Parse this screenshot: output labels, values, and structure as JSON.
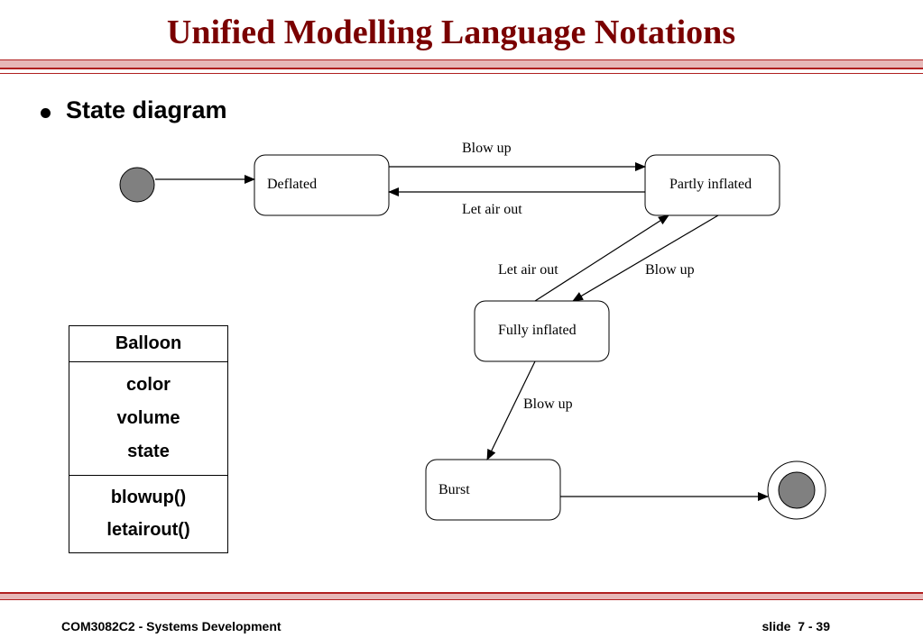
{
  "slide": {
    "title": "Unified Modelling Language Notations",
    "bullet": "State diagram"
  },
  "diagram": {
    "states": {
      "deflated": "Deflated",
      "partly_inflated": "Partly inflated",
      "fully_inflated": "Fully inflated",
      "burst": "Burst"
    },
    "transitions": {
      "blow_up_1": "Blow up",
      "let_air_out_1": "Let air out",
      "let_air_out_2": "Let air out",
      "blow_up_2": "Blow up",
      "blow_up_3": "Blow up"
    }
  },
  "class_box": {
    "name": "Balloon",
    "attributes": [
      "color",
      "volume",
      "state"
    ],
    "operations": [
      "blowup()",
      "letairout()"
    ]
  },
  "footer": {
    "left": "COM3082C2 - Systems Development",
    "right": "slide  7 - 39"
  },
  "colors": {
    "title": "#7a0000",
    "rule": "#b02020",
    "rule_fill": "#e6b8b8",
    "initial_state": "#808080"
  }
}
